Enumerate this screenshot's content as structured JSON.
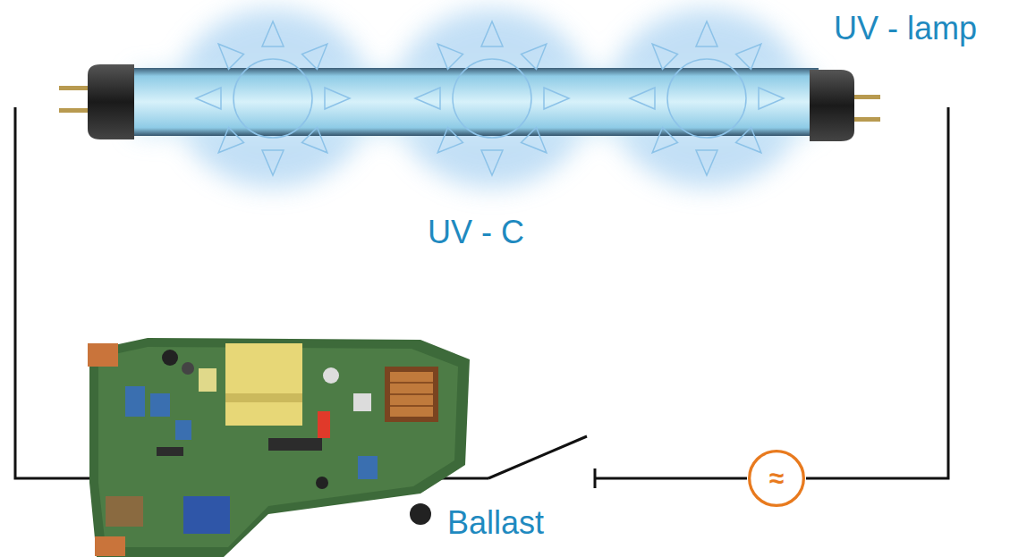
{
  "diagram": {
    "nodes": [
      {
        "text": [
          "≈"
        ]
      }
    ],
    "labels": [
      "UV - lamp",
      "UV - C",
      "Ballast"
    ]
  }
}
